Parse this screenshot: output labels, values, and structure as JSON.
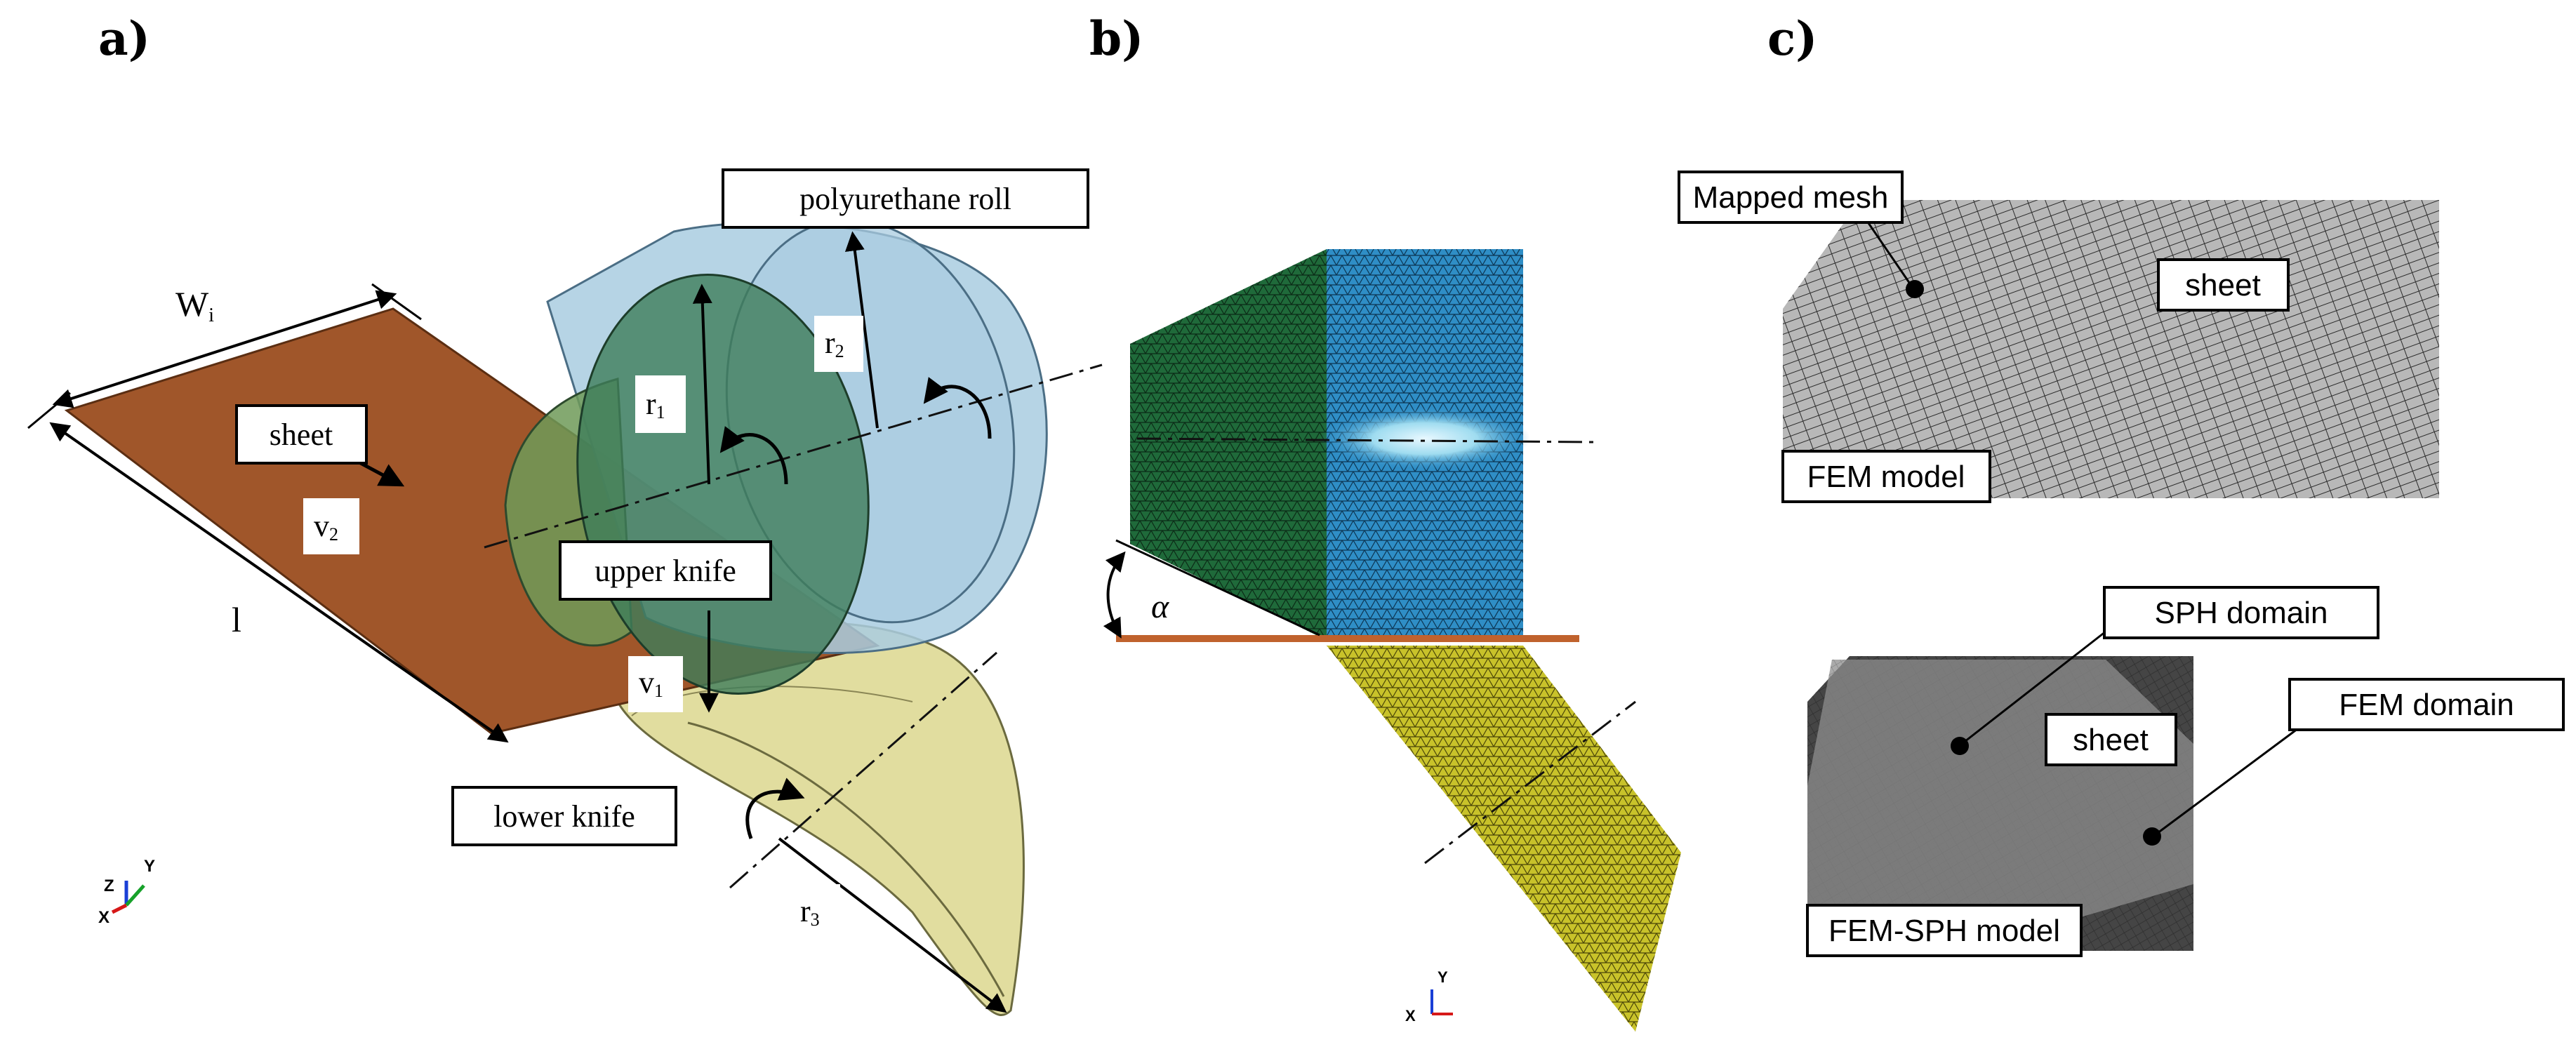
{
  "panels": {
    "a": "a)",
    "b": "b)",
    "c": "c)"
  },
  "panel_a": {
    "label_polyurethane_roll": "polyurethane roll",
    "label_sheet": "sheet",
    "label_upper_knife": "upper knife",
    "label_lower_knife": "lower knife",
    "dim_width": "W",
    "dim_width_sub": "i",
    "dim_length": "l",
    "r1": "r",
    "r1_sub": "1",
    "r2": "r",
    "r2_sub": "2",
    "r3": "r",
    "r3_sub": "3",
    "v1": "v",
    "v1_sub": "1",
    "v2": "v",
    "v2_sub": "2",
    "triad": {
      "z": "Z",
      "y": "Y",
      "x": "X"
    }
  },
  "panel_b": {
    "angle": "α",
    "triad": {
      "y": "Y",
      "x": "X"
    }
  },
  "panel_c": {
    "label_mapped_mesh": "Mapped mesh",
    "label_sheet_top": "sheet",
    "label_fem_model": "FEM model",
    "label_sph_domain": "SPH domain",
    "label_fem_domain": "FEM domain",
    "label_sheet_bottom": "sheet",
    "label_fem_sph_model": "FEM-SPH model"
  },
  "colors": {
    "sheet": "#a0562a",
    "roll": "#a9cce0",
    "upper_knife": "#3f7d5a",
    "lower_knife": "#dcd78e",
    "mesh_green": "#1f6a3a",
    "mesh_blue": "#2f8ec6",
    "mesh_yellow": "#c8c22a",
    "mesh_gray": "#9b9b9b",
    "mesh_dark": "#555555"
  }
}
